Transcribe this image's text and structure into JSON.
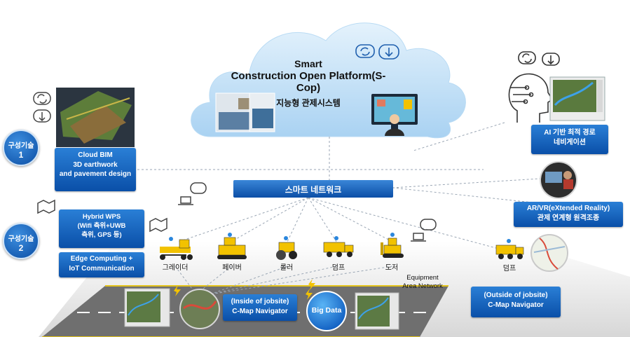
{
  "platform": {
    "title_line1": "Smart",
    "title_line2": "Construction Open Platform(S-Cop)",
    "subtitle": "지능형 관제시스템"
  },
  "tech1": {
    "circle_line1": "구성기술",
    "circle_line2": "1",
    "box_lines": [
      "Cloud BIM",
      "3D earthwork",
      "and pavement design"
    ]
  },
  "tech2": {
    "circle_line1": "구성기술",
    "circle_line2": "2",
    "wps_lines": [
      "Hybrid WPS",
      "(Wifi 측위+UWB",
      "측위, GPS 등)"
    ],
    "edge_lines": [
      "Edge Computing +",
      "IoT Communication"
    ]
  },
  "network": {
    "label": "스마트 네트워크"
  },
  "ai_nav": {
    "lines": [
      "AI 기반 최적 경로",
      "네비게이션"
    ]
  },
  "arvr": {
    "lines": [
      "AR/VR(eXtended Reality)",
      "관제 연계형 원격조종"
    ]
  },
  "equipment": {
    "items": [
      "그레이더",
      "페이버",
      "롤러",
      "덤프",
      "도저"
    ],
    "outside_item": "덤프"
  },
  "ean": {
    "lines": [
      "Equipment",
      "Area Network"
    ]
  },
  "inside_nav": {
    "lines": [
      "(Inside of jobsite)",
      "C-Map Navigator"
    ]
  },
  "outside_nav": {
    "lines": [
      "(Outside of jobsite)",
      "C-Map Navigator"
    ]
  },
  "bigdata": {
    "label": "Big Data"
  },
  "colors": {
    "primary_blue": "#0a4fa8",
    "cloud_blue": "#c9e3f7",
    "machine_yellow": "#f2c200",
    "road_gray": "#6f6f6f"
  }
}
